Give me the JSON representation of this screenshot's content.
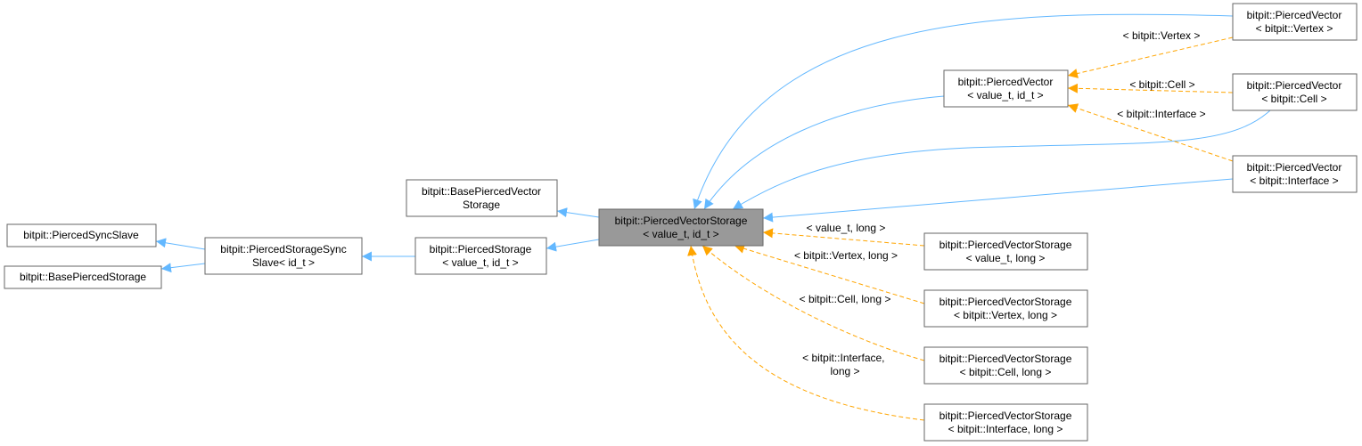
{
  "nodes": [
    {
      "id": "sync_slave",
      "lines": [
        "bitpit::PiercedSyncSlave"
      ]
    },
    {
      "id": "base_storage",
      "lines": [
        "bitpit::BasePiercedStorage"
      ]
    },
    {
      "id": "storage_sync_slave",
      "lines": [
        "bitpit::PiercedStorageSync",
        "Slave< id_t >"
      ]
    },
    {
      "id": "base_vector_storage",
      "lines": [
        "bitpit::BasePiercedVector",
        "Storage"
      ]
    },
    {
      "id": "pierced_storage",
      "lines": [
        "bitpit::PiercedStorage",
        "< value_t, id_t >"
      ]
    },
    {
      "id": "vector_storage",
      "lines": [
        "bitpit::PiercedVectorStorage",
        "< value_t, id_t >"
      ],
      "focus": true
    },
    {
      "id": "pierced_vector",
      "lines": [
        "bitpit::PiercedVector",
        "< value_t, id_t >"
      ]
    },
    {
      "id": "pv_vertex",
      "lines": [
        "bitpit::PiercedVector",
        "< bitpit::Vertex >"
      ]
    },
    {
      "id": "pv_cell",
      "lines": [
        "bitpit::PiercedVector",
        "< bitpit::Cell >"
      ]
    },
    {
      "id": "pv_interface",
      "lines": [
        "bitpit::PiercedVector",
        "< bitpit::Interface >"
      ]
    },
    {
      "id": "pvs_long",
      "lines": [
        "bitpit::PiercedVectorStorage",
        "< value_t, long >"
      ]
    },
    {
      "id": "pvs_vertex",
      "lines": [
        "bitpit::PiercedVectorStorage",
        "< bitpit::Vertex, long >"
      ]
    },
    {
      "id": "pvs_cell",
      "lines": [
        "bitpit::PiercedVectorStorage",
        "< bitpit::Cell, long >"
      ]
    },
    {
      "id": "pvs_interface",
      "lines": [
        "bitpit::PiercedVectorStorage",
        "< bitpit::Interface, long >"
      ]
    }
  ],
  "edge_labels": {
    "pv_vertex": [
      "< bitpit::Vertex >"
    ],
    "pv_cell": [
      "< bitpit::Cell >"
    ],
    "pv_interface": [
      "< bitpit::Interface >"
    ],
    "pvs_long": [
      "< value_t, long >"
    ],
    "pvs_vertex": [
      "< bitpit::Vertex, long >"
    ],
    "pvs_cell": [
      "< bitpit::Cell, long >"
    ],
    "pvs_interface": [
      "< bitpit::Interface,",
      "long >"
    ]
  },
  "colors": {
    "inheritance_edge": "#63b8ff",
    "template_edge": "#ffa500",
    "node_border": "#666666",
    "focus_fill": "#999999"
  }
}
